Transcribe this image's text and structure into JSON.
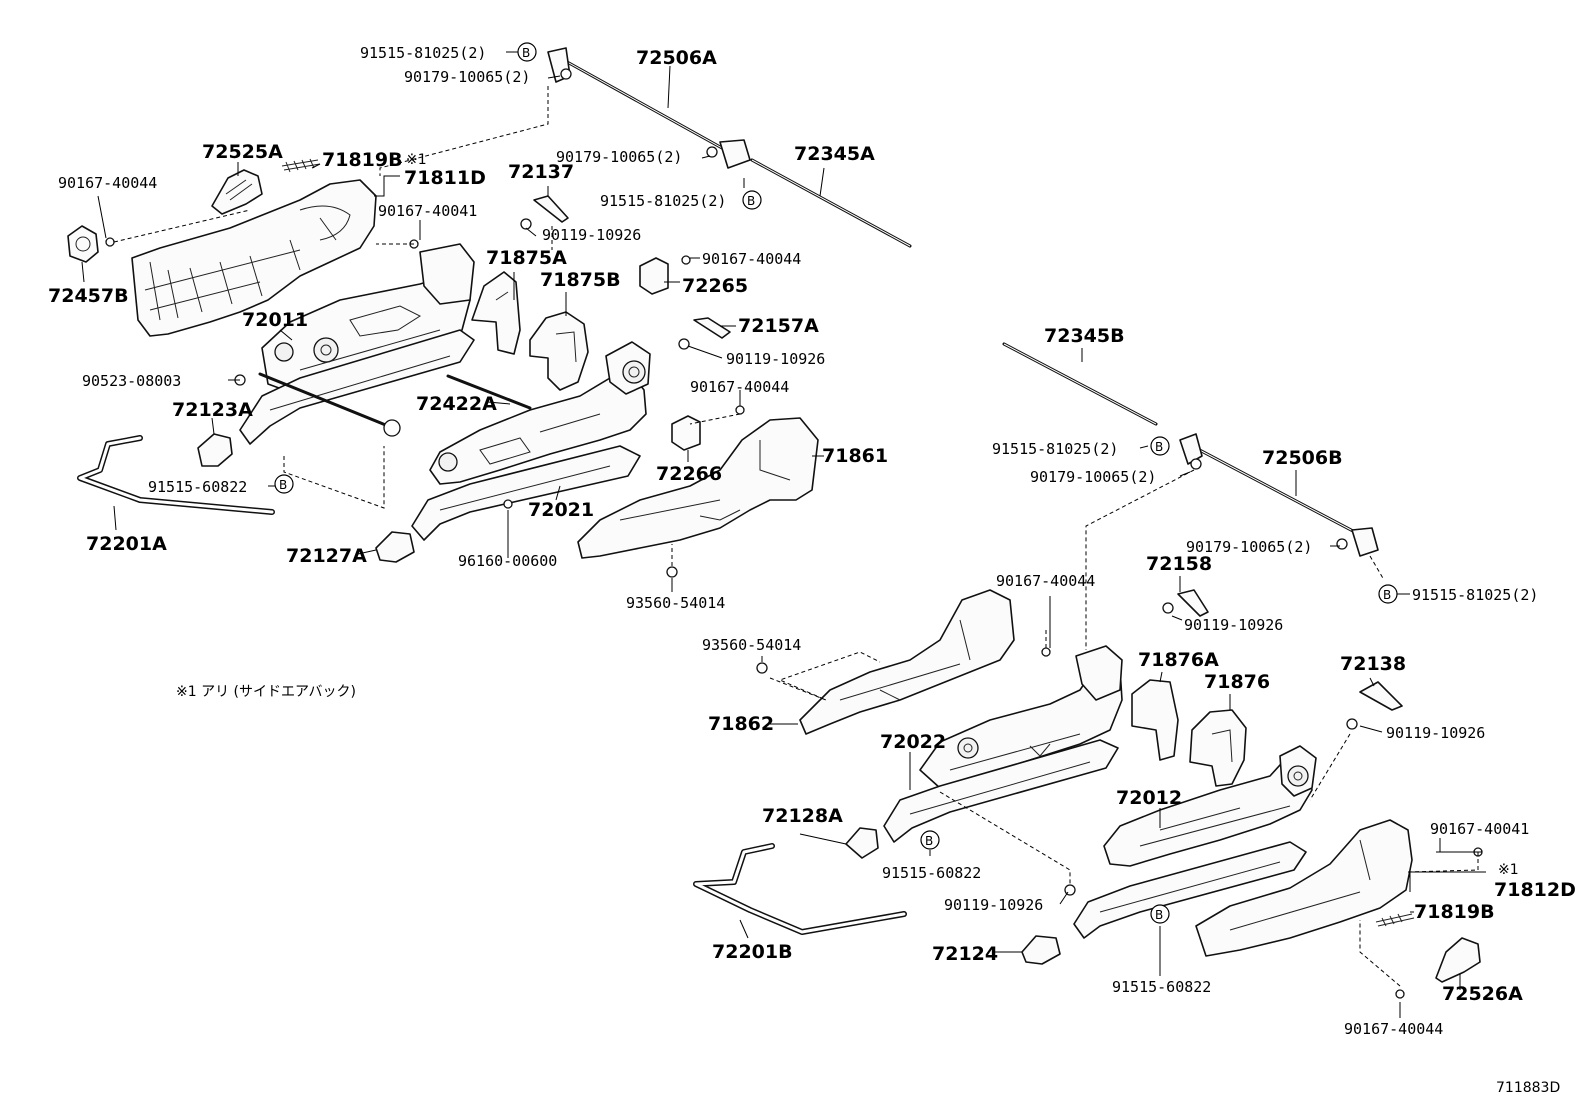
{
  "diagram_code": "711883D",
  "note": "※1 アリ (サイドエアバック)",
  "b_marker": "B",
  "part_labels": {
    "p72506A": "72506A",
    "p91515_81025_a": "91515-81025(2)",
    "p90179_10065_a": "90179-10065(2)",
    "p72525A": "72525A",
    "p71819B_a": "71819B",
    "p71811D": "71811D",
    "star1_a": "※1",
    "p90167_40044_a": "90167-40044",
    "p90167_40041_a": "90167-40041",
    "p72137": "72137",
    "p90119_10926_a": "90119-10926",
    "p90179_10065_b": "90179-10065(2)",
    "p91515_81025_b": "91515-81025(2)",
    "p72345A": "72345A",
    "p72457B": "72457B",
    "p71875A": "71875A",
    "p71875B": "71875B",
    "p90167_40044_b": "90167-40044",
    "p72265": "72265",
    "p72011": "72011",
    "p72157A": "72157A",
    "p90119_10926_b": "90119-10926",
    "p90523_08003": "90523-08003",
    "p72123A": "72123A",
    "p72422A": "72422A",
    "p90167_40044_c": "90167-40044",
    "p91515_60822_a": "91515-60822",
    "p72266": "72266",
    "p71861": "71861",
    "p72021": "72021",
    "p72201A": "72201A",
    "p72127A": "72127A",
    "p96160_00600": "96160-00600",
    "p93560_54014_a": "93560-54014",
    "p72345B": "72345B",
    "p91515_81025_c": "91515-81025(2)",
    "p90179_10065_c": "90179-10065(2)",
    "p72506B": "72506B",
    "p90179_10065_d": "90179-10065(2)",
    "p91515_81025_d": "91515-81025(2)",
    "p72158": "72158",
    "p90167_40044_d": "90167-40044",
    "p90119_10926_c": "90119-10926",
    "p93560_54014_b": "93560-54014",
    "p71876A": "71876A",
    "p71876": "71876",
    "p72138": "72138",
    "p71862": "71862",
    "p90119_10926_d": "90119-10926",
    "p72022": "72022",
    "p72012": "72012",
    "p90167_40041_b": "90167-40041",
    "p72128A": "72128A",
    "star1_b": "※1",
    "p71812D": "71812D",
    "p91515_60822_b": "91515-60822",
    "p90119_10926_e": "90119-10926",
    "p71819B_b": "71819B",
    "p72201B": "72201B",
    "p72124": "72124",
    "p91515_60822_c": "91515-60822",
    "p72526A": "72526A",
    "p90167_40044_e": "90167-40044"
  }
}
